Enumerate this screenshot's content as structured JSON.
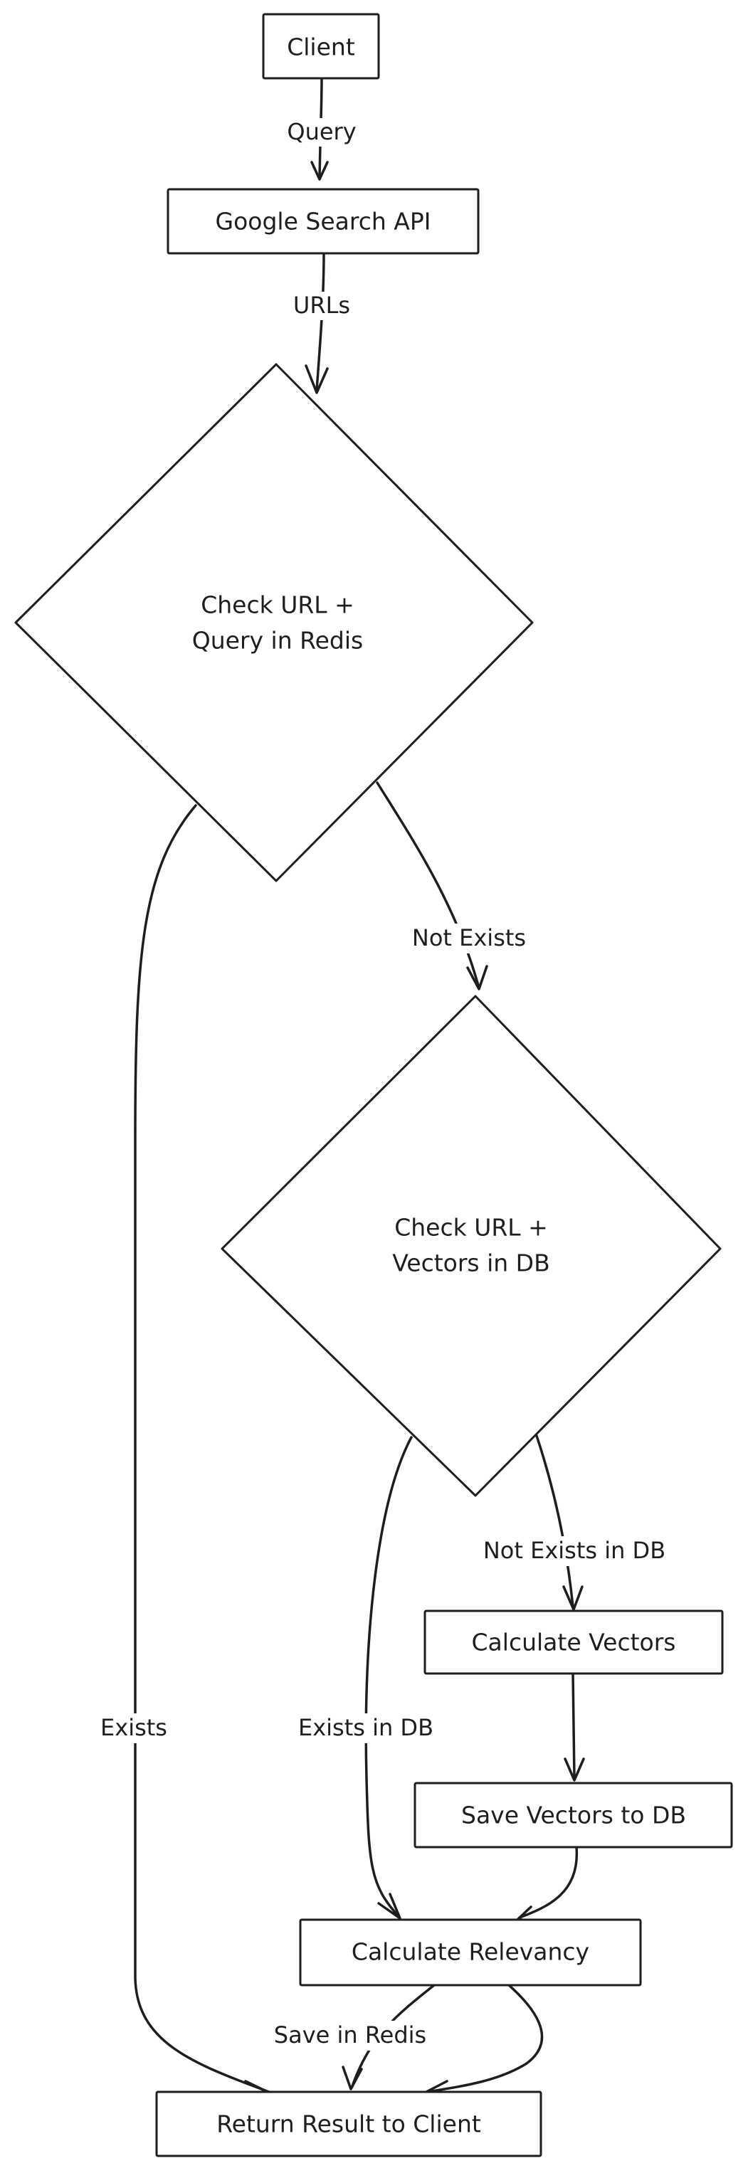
{
  "nodes": {
    "client": {
      "label": "Client"
    },
    "google_search_api": {
      "label": "Google Search API"
    },
    "check_redis": {
      "line1": "Check URL +",
      "line2": "Query in Redis"
    },
    "check_db": {
      "line1": "Check URL +",
      "line2": "Vectors in DB"
    },
    "calculate_vectors": {
      "label": "Calculate Vectors"
    },
    "save_vectors": {
      "label": "Save Vectors to DB"
    },
    "calculate_relevancy": {
      "label": "Calculate Relevancy"
    },
    "return_result": {
      "label": "Return Result to Client"
    }
  },
  "edges": {
    "client_to_google": {
      "label": "Query"
    },
    "google_to_redis": {
      "label": "URLs"
    },
    "redis_to_db": {
      "label": "Not Exists"
    },
    "redis_to_return": {
      "label": "Exists"
    },
    "db_to_relevancy": {
      "label": "Exists in DB"
    },
    "db_to_calc_vectors": {
      "label": "Not Exists in DB"
    },
    "relevancy_to_return": {
      "label": "Save in Redis"
    }
  }
}
